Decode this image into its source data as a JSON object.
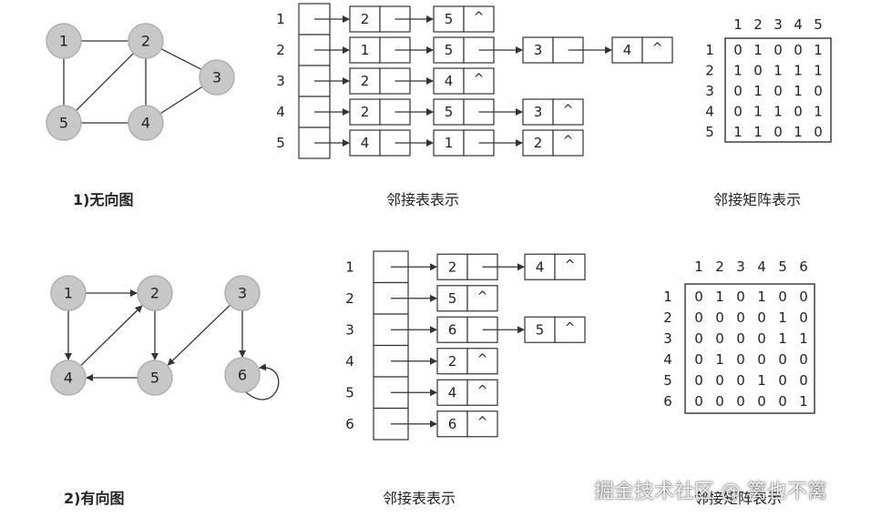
{
  "colors": {
    "node_fill": "#c8c8c8",
    "node_stroke": "#b0b0b0",
    "line": "#333333",
    "box_stroke": "#333333",
    "text": "#222222"
  },
  "undirected": {
    "caption": "1)无向图",
    "nodes": [
      "1",
      "2",
      "3",
      "4",
      "5"
    ],
    "edges": [
      [
        "1",
        "2"
      ],
      [
        "1",
        "5"
      ],
      [
        "2",
        "5"
      ],
      [
        "2",
        "4"
      ],
      [
        "2",
        "3"
      ],
      [
        "3",
        "4"
      ],
      [
        "4",
        "5"
      ]
    ]
  },
  "undirected_list": {
    "caption": "邻接表表示",
    "rows": [
      {
        "label": "1",
        "items": [
          "2",
          "5"
        ]
      },
      {
        "label": "2",
        "items": [
          "1",
          "5",
          "3",
          "4"
        ]
      },
      {
        "label": "3",
        "items": [
          "2",
          "4"
        ]
      },
      {
        "label": "4",
        "items": [
          "2",
          "5",
          "3"
        ]
      },
      {
        "label": "5",
        "items": [
          "4",
          "1",
          "2"
        ]
      }
    ],
    "null_symbol": "^"
  },
  "undirected_matrix": {
    "caption": "邻接矩阵表示",
    "col_labels": [
      "1",
      "2",
      "3",
      "4",
      "5"
    ],
    "row_labels": [
      "1",
      "2",
      "3",
      "4",
      "5"
    ],
    "rows": [
      [
        "0",
        "1",
        "0",
        "0",
        "1"
      ],
      [
        "1",
        "0",
        "1",
        "1",
        "1"
      ],
      [
        "0",
        "1",
        "0",
        "1",
        "0"
      ],
      [
        "0",
        "1",
        "1",
        "0",
        "1"
      ],
      [
        "1",
        "1",
        "0",
        "1",
        "0"
      ]
    ]
  },
  "directed": {
    "caption": "2)有向图",
    "nodes": [
      "1",
      "2",
      "3",
      "4",
      "5",
      "6"
    ],
    "edges": [
      [
        "1",
        "2"
      ],
      [
        "1",
        "4"
      ],
      [
        "4",
        "2"
      ],
      [
        "2",
        "5"
      ],
      [
        "5",
        "4"
      ],
      [
        "3",
        "5"
      ],
      [
        "3",
        "6"
      ],
      [
        "6",
        "6"
      ]
    ]
  },
  "directed_list": {
    "caption": "邻接表表示",
    "rows": [
      {
        "label": "1",
        "items": [
          "2",
          "4"
        ]
      },
      {
        "label": "2",
        "items": [
          "5"
        ]
      },
      {
        "label": "3",
        "items": [
          "6",
          "5"
        ]
      },
      {
        "label": "4",
        "items": [
          "2"
        ]
      },
      {
        "label": "5",
        "items": [
          "4"
        ]
      },
      {
        "label": "6",
        "items": [
          "6"
        ]
      }
    ],
    "null_symbol": "^"
  },
  "directed_matrix": {
    "caption": "邻接矩阵表示",
    "col_labels": [
      "1",
      "2",
      "3",
      "4",
      "5",
      "6"
    ],
    "row_labels": [
      "1",
      "2",
      "3",
      "4",
      "5",
      "6"
    ],
    "rows": [
      [
        "0",
        "1",
        "0",
        "1",
        "0",
        "0"
      ],
      [
        "0",
        "0",
        "0",
        "0",
        "1",
        "0"
      ],
      [
        "0",
        "0",
        "0",
        "0",
        "1",
        "1"
      ],
      [
        "0",
        "1",
        "0",
        "0",
        "0",
        "0"
      ],
      [
        "0",
        "0",
        "0",
        "1",
        "0",
        "0"
      ],
      [
        "0",
        "0",
        "0",
        "0",
        "0",
        "1"
      ]
    ]
  },
  "watermark": "掘金技术社区 @ 篱也不篱"
}
